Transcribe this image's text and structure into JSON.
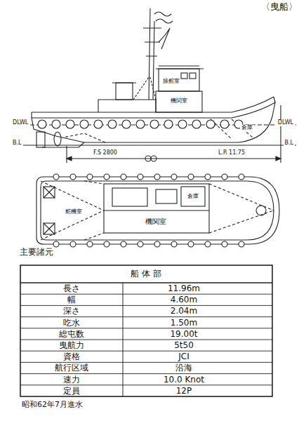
{
  "diagram": {
    "title": "〈曳船〉",
    "labels": [
      "DLWL",
      "B.L",
      "DLWL",
      "B.L",
      "操舵室",
      "機関室",
      "倉庫",
      "F.S 2800",
      "L.R 11.75",
      "舵機室",
      "機関室",
      "倉庫",
      "主要諸元",
      "船 体 部",
      "長さ",
      "11.96m",
      "幅",
      "4.60m",
      "深さ",
      "2.04m",
      "吃水",
      "1.50m",
      "総屯数",
      "19.00t",
      "曳航力",
      "5t50",
      "資格",
      "JCI",
      "航行区域",
      "沿海",
      "速力",
      "10.0 Knot",
      "定員",
      "12P",
      "昭和62年7月進水"
    ]
  }
}
